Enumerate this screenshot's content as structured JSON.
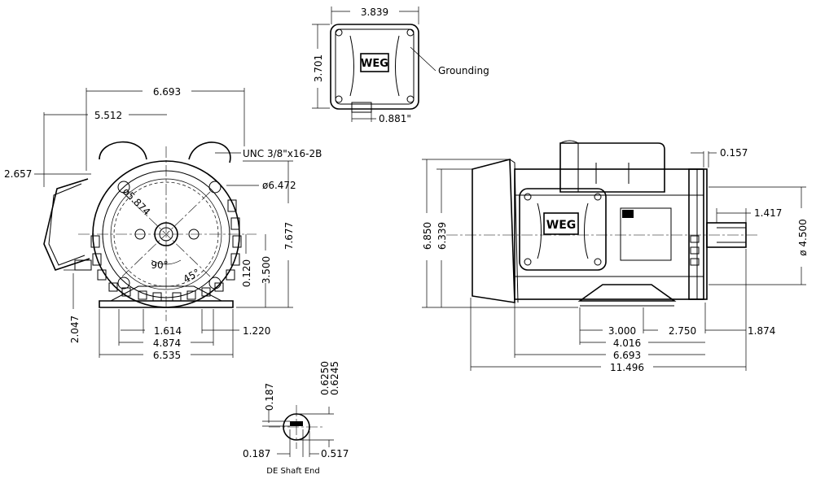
{
  "drawing": {
    "junction_box": {
      "width_label": "3.839",
      "height_label": "3.701",
      "conduit_label": "0.881\"",
      "grounding_label": "Grounding",
      "logo_text": "WEG"
    },
    "front_view": {
      "overall_width": "6.693",
      "shaft_to_box": "5.512",
      "box_offset": "2.657",
      "mount_thread": "UNC 3/8\"x16-2B",
      "flange_dia": "ø6.472",
      "bolt_circle": "ø5.874",
      "overall_height": "7.677",
      "small_offset": "0.120",
      "shaft_height": "3.500",
      "angle_90": "90°",
      "angle_45": "45°",
      "base_height": "2.047",
      "foot_width": "1.614",
      "foot_right": "1.220",
      "foot_span": "4.874",
      "base_width": "6.535"
    },
    "side_view": {
      "gap": "0.157",
      "height_total": "6.850",
      "frame_height": "6.339",
      "key_length": "1.417",
      "pilot_dia": "ø 4.500",
      "foot_spacing": "3.000",
      "shaft_shoulder": "2.750",
      "shaft_length": "1.874",
      "foot_to_face": "4.016",
      "body_length": "6.693",
      "overall_length": "11.496",
      "logo_text": "WEG"
    },
    "shaft_detail": {
      "key_width": "0.187",
      "dia_max": "0.6250",
      "dia_min": "0.6245",
      "key_width_bottom": "0.187",
      "key_depth": "0.517",
      "caption": "DE Shaft End"
    }
  }
}
